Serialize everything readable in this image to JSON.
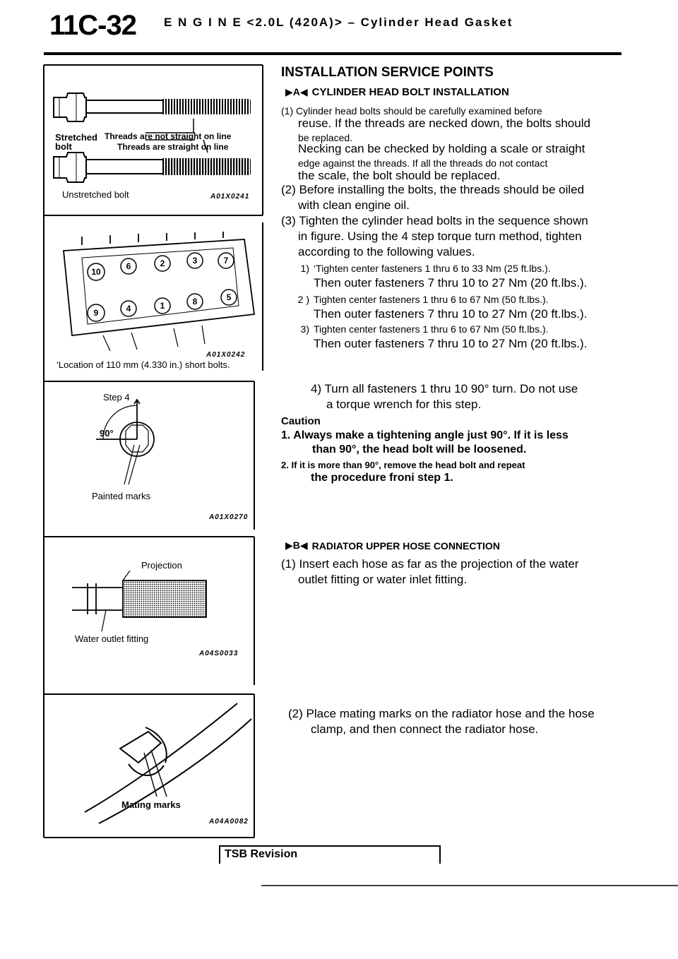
{
  "header": {
    "page_number": "11C-32",
    "title": "E N G I N E <2.0L (420A)> – Cylinder Head Gasket"
  },
  "figures": {
    "bolts": {
      "label_stretched": "Stretched bolt",
      "label_not_straight": "Threads are not straight on line",
      "label_straight": "Threads are straight on line",
      "label_unstretched": "Unstretched bolt",
      "code": "A01X0241"
    },
    "head": {
      "code": "A01X0242",
      "caption": "‘Location of 110 mm (4.330 in.) short bolts.",
      "numbers": [
        "10",
        "2",
        "3",
        "7",
        "6",
        "5",
        "4",
        "8",
        "9",
        "1"
      ]
    },
    "step4": {
      "label_step": "Step 4",
      "label_angle": "90°",
      "label_marks": "Painted marks",
      "code": "A01X0270"
    },
    "projection": {
      "label_projection": "Projection",
      "label_fitting": "Water outlet fitting",
      "code": "A04S0033"
    },
    "mating": {
      "label_marks": "Mating marks",
      "code": "A04A0082"
    }
  },
  "content": {
    "section_title": "INSTALLATION SERVICE POINTS",
    "a_tag": "▶A◀",
    "a_title": "CYLINDER HEAD BOLT INSTALLATION",
    "p1_l1": "(1) Cylinder head bolts should be carefully examined before",
    "p1_l2": "reuse. If the threads are necked down, the bolts should",
    "p1_l3": "be replaced.",
    "p1_l4": "Necking can be checked by holding a scale or straight",
    "p1_l5": "edge against the threads. If all the threads do not contact",
    "p1_l6": "the scale, the bolt should be replaced.",
    "p2_l1": "(2) Before installing the bolts, the threads should be oiled",
    "p2_l2": "with clean engine oil.",
    "p3_l1": "(3) Tighten the cylinder head bolts in the sequence shown",
    "p3_l2": "in figure. Using the 4 step torque turn method, tighten",
    "p3_l3": "according to the following values.",
    "s1_n": "1)",
    "s1_a": "‘Tighten center fasteners 1 thru 6 to 33 Nm (25 ft.lbs.).",
    "s1_b": "Then outer fasteners 7 thru 10 to 27 Nm (20 ft.lbs.).",
    "s2_n": "2 )",
    "s2_a": "Tighten center fasteners 1 thru 6 to 67 Nm (50 ft.lbs.).",
    "s2_b": "Then outer fasteners 7 thru 10 to 27 Nm (20 ft.lbs.).",
    "s3_n": "3)",
    "s3_a": "Tighten center fasteners 1 thru 6 to 67 Nm (50 ft.lbs.).",
    "s3_b": "Then outer fasteners 7 thru 10 to 27 Nm (20 ft.lbs.).",
    "s4_l1": "4) Turn all fasteners 1 thru 10 90° turn. Do not use",
    "s4_l2": "a torque wrench for this step.",
    "caution_title": "Caution",
    "c1_l1": "1. Always make a tightening angle just 90°. If it is less",
    "c1_l2": "than 90°, the head bolt will be loosened.",
    "c2_l1": "2. If it is more than 90°, remove the head bolt and repeat",
    "c2_l2": "the procedure froni step 1.",
    "b_tag": "▶B◀",
    "b_title": "RADIATOR UPPER HOSE CONNECTION",
    "b1_l1": "(1) Insert each hose as far as the projection of the water",
    "b1_l2": "outlet fitting or water inlet fitting.",
    "b2_l1": "(2) Place mating marks on the radiator hose and the hose",
    "b2_l2": "clamp, and then connect the radiator hose."
  },
  "footer": {
    "tsb": "TSB Revision"
  }
}
